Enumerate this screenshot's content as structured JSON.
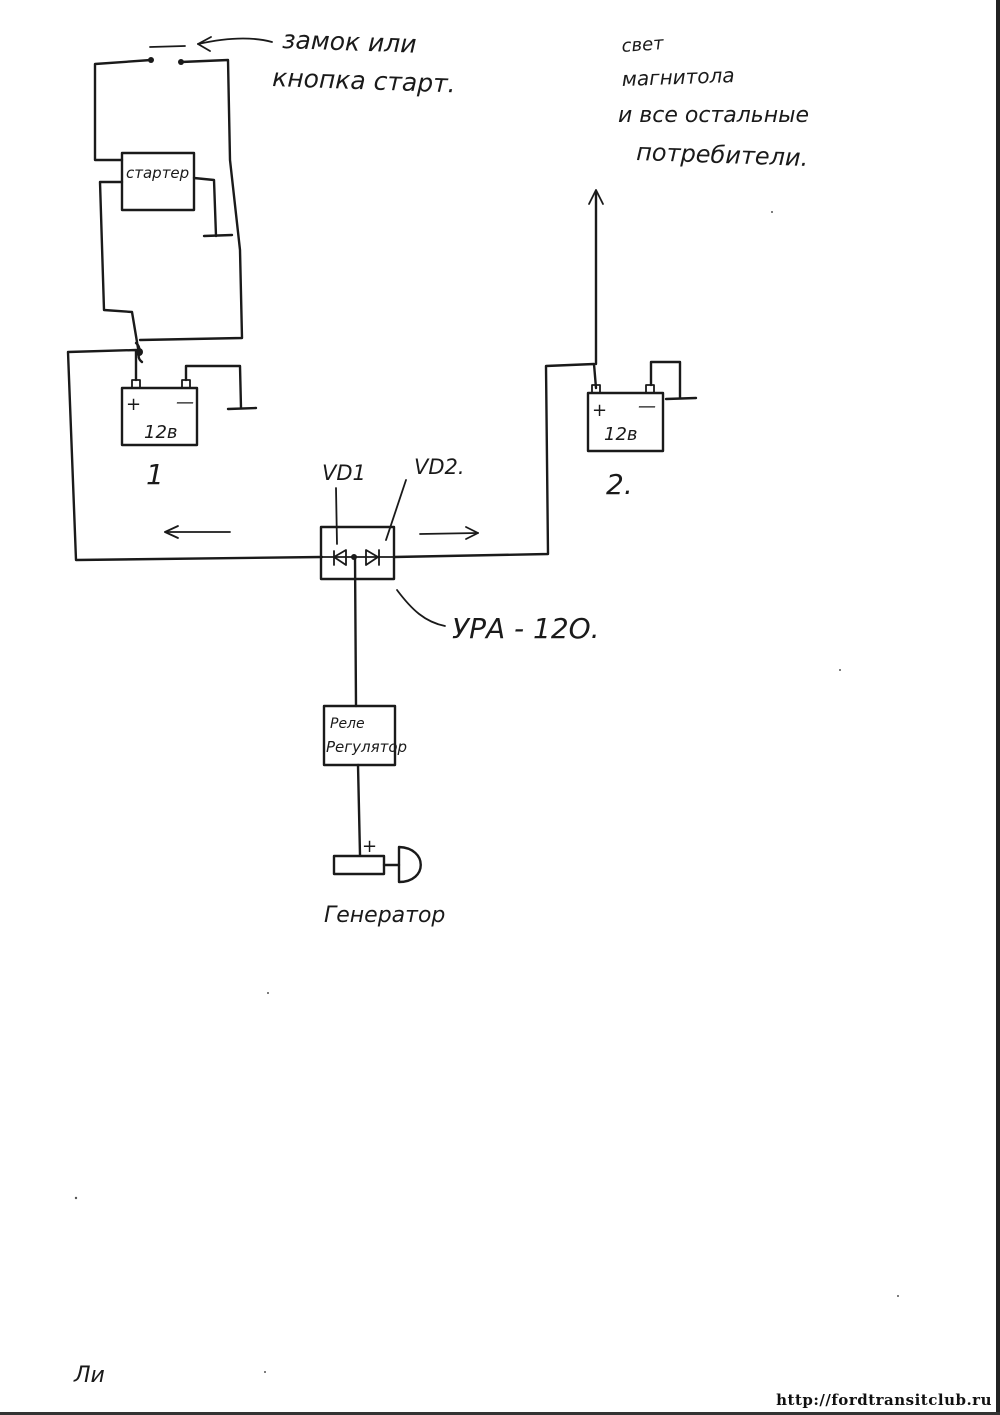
{
  "diagram": {
    "switch_note": [
      "замок или",
      "кнопка старт."
    ],
    "consumers_note": [
      "свет",
      "магнитола",
      "и все остальные",
      "потребители."
    ],
    "starter_label": "стартер",
    "battery1": {
      "plus": "+",
      "minus": "—",
      "voltage": "12в",
      "number": "1"
    },
    "battery2": {
      "plus": "+",
      "minus": "—",
      "voltage": "12в",
      "number": "2."
    },
    "diode1_label": "VD1",
    "diode2_label": "VD2.",
    "diode_unit_label": "УРА - 12О.",
    "relay_label": [
      "Реле",
      "Регулятор"
    ],
    "generator_plus": "+",
    "generator_label": "Генератор",
    "footer_scribble": "Ли",
    "watermark": "http://fordtransitclub.ru"
  }
}
